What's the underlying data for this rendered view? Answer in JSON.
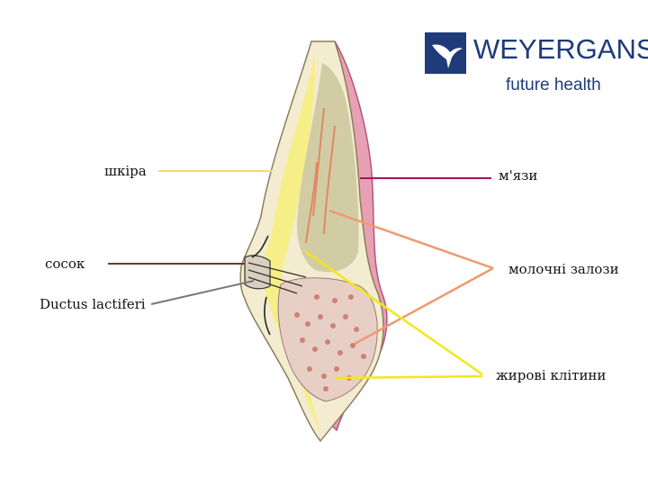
{
  "labels": {
    "skin": "шкіра",
    "nipple": "сосок",
    "ductus": "Ductus lactiferi",
    "muscle": "м'язи",
    "glands": "молочні залози",
    "fat": "жирові клітини"
  },
  "logo": {
    "word": "WEYERGANS",
    "tagline": "future health"
  },
  "colors": {
    "skin_line": "#f6d77a",
    "nipple_line": "#6b3b22",
    "ductus_line": "#777777",
    "muscle_line": "#a3165a",
    "glands_line": "#ee9a6e",
    "fat_line": "#f0e81a",
    "brand": "#1f3b7a"
  }
}
